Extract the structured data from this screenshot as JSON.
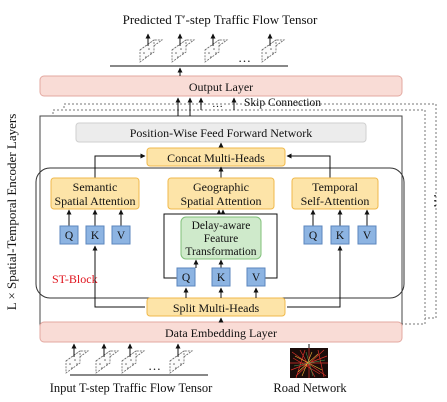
{
  "title_top": "Predicted T′-step Traffic Flow Tensor",
  "output_layer": "Output Layer",
  "skip_connection": "Skip Connection",
  "dots": "…",
  "dots_v": "⋮",
  "ffn": "Position-Wise Feed Forward Network",
  "concat": "Concat Multi-Heads",
  "semantic": [
    "Semantic",
    "Spatial Attention"
  ],
  "geographic": [
    "Geographic",
    "Spatial Attention"
  ],
  "temporal": [
    "Temporal",
    "Self-Attention"
  ],
  "delay": [
    "Delay-aware",
    "Feature",
    "Transformation"
  ],
  "qkv": [
    "Q",
    "K",
    "V"
  ],
  "st_block": "ST-Block",
  "split": "Split Multi-Heads",
  "embedding": "Data Embedding Layer",
  "side_label": "L × Spatial-Temporal Encoder Layers",
  "input_label": "Input T-step Traffic Flow Tensor",
  "road_network": "Road Network",
  "colors": {
    "output_fill": "#f9dcd6",
    "orange_fill": "#fde4a8",
    "orange_stroke": "#f0b94b",
    "blue_fill": "#8db4e2",
    "green_fill": "#cfeacb",
    "green_stroke": "#80c07a",
    "ffn_fill": "#ececec",
    "st_red": "#e0141e"
  }
}
